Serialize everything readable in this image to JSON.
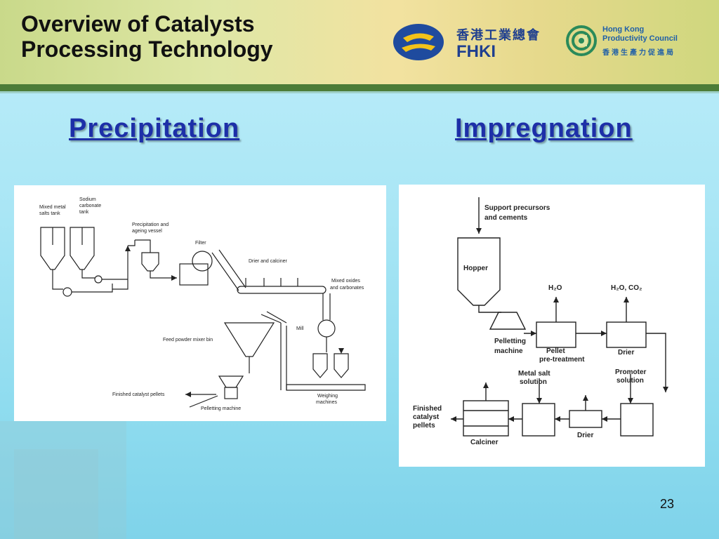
{
  "header": {
    "title_line1": "Overview of Catalysts",
    "title_line2": "Processing Technology",
    "logo_fhki": {
      "chinese": "香港工業總會",
      "english": "FHKI"
    },
    "logo_hkpc": {
      "line1": "Hong Kong",
      "line2": "Productivity Council",
      "chinese": "香港生產力促進局"
    }
  },
  "sections": {
    "left_heading": "Precipitation",
    "right_heading": "Impregnation"
  },
  "precipitation_diagram": {
    "mixed_metal_salts_tank_1": "Mixed metal",
    "mixed_metal_salts_tank_2": "salts tank",
    "sodium_carbonate_tank_1": "Sodium",
    "sodium_carbonate_tank_2": "carbonate",
    "sodium_carbonate_tank_3": "tank",
    "precipitation_vessel_1": "Precipitation and",
    "precipitation_vessel_2": "ageing vessel",
    "filter": "Filter",
    "drier_calciner": "Drier and calciner",
    "mixed_oxides_1": "Mixed oxides",
    "mixed_oxides_2": "and carbonates",
    "mill": "Mill",
    "feed_bin": "Feed powder mixer bin",
    "finished_pellets": "Finished catalyst pellets",
    "pelletting_machine": "Pelletting machine",
    "weighing_1": "Weighing",
    "weighing_2": "machines"
  },
  "impregnation_diagram": {
    "support_1": "Support precursors",
    "support_2": "and cements",
    "hopper": "Hopper",
    "h2o": "H₂O",
    "h2o_co2": "H₂O, CO₂",
    "pelletting_1": "Pelletting",
    "pelletting_2": "machine",
    "pellet_1": "Pellet",
    "pellet_2": "pre-treatment",
    "drier_top": "Drier",
    "metal_salt_1": "Metal salt",
    "metal_salt_2": "solution",
    "promoter_1": "Promoter",
    "promoter_2": "solution",
    "finished_1": "Finished",
    "finished_2": "catalyst",
    "finished_3": "pellets",
    "calciner": "Calciner",
    "drier_bottom": "Drier"
  },
  "footer": {
    "page_number": "23"
  }
}
